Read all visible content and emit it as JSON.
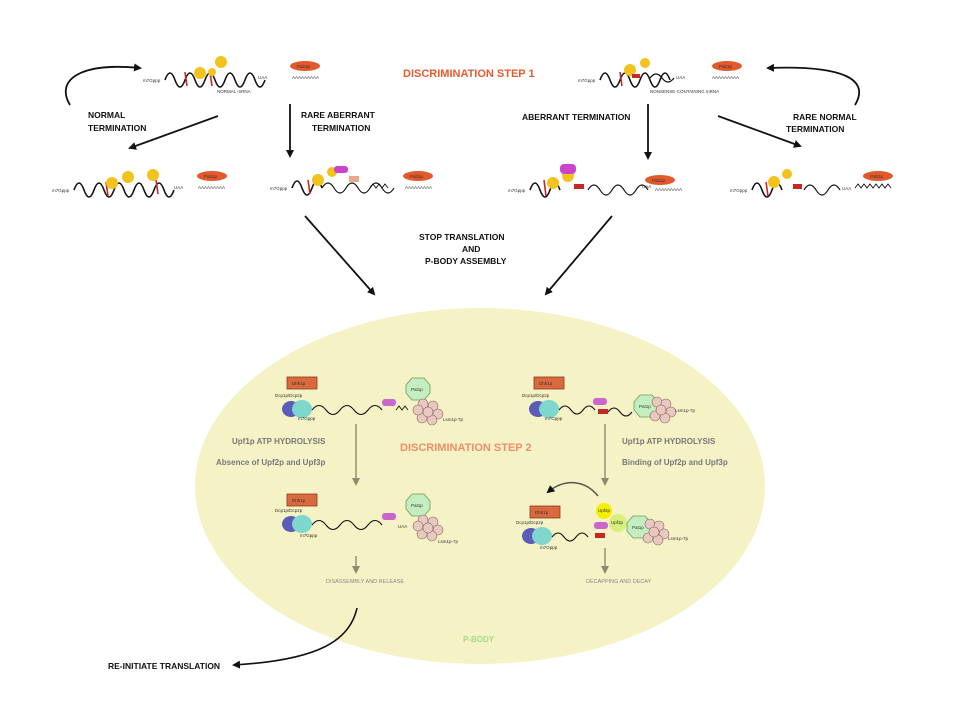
{
  "labels": {
    "step1": "DISCRIMINATION STEP 1",
    "step2": "DISCRIMINATION STEP 2",
    "normal_mrna": "NORMAL mRNA",
    "nonsense_mrna": "NONSENSE-CONTAINING mRNA",
    "normal_term": [
      "NORMAL",
      "TERMINATION"
    ],
    "rare_aberrant": [
      "RARE ABERRANT",
      "TERMINATION"
    ],
    "aberrant_term": "ABERRANT TERMINATION",
    "rare_normal": [
      "RARE NORMAL",
      "TERMINATION"
    ],
    "stop_translation": [
      "STOP TRANSLATION",
      "AND",
      "P-BODY ASSEMBLY"
    ],
    "hydrolysis_left": "Upf1p ATP HYDROLYSIS",
    "absence": "Absence of Upf2p and Upf3p",
    "hydrolysis_right": "Upf1p ATP HYDROLYSIS",
    "binding": "Binding of Upf2p and Upf3p",
    "disassembly": "DISASSEMBLY AND RELEASE",
    "decapping": "DECAPPING AND DECAY",
    "pbody": "P-BODY",
    "reinitiate": "RE-INITIATE TRANSLATION"
  },
  "mrna_labels": {
    "cap": "m7Gppp",
    "stop": "UAA",
    "polya": "AAAAAAAAA",
    "pab": "Pab1p"
  },
  "pbody_labels": {
    "dhh1": "Dhh1p",
    "dcp1": "Dcp1p/Dcp2p",
    "cap_small": "m7Gppp",
    "upf1": "Upf1p",
    "pat1": "Pat1p",
    "lsm": "Lsm1p-7p",
    "upf2": "Upf2p",
    "upf3": "Upf3p"
  },
  "colors": {
    "title_red": "#e65a2e",
    "ribosome": "#f2c21d",
    "pab": "#e25a2b",
    "upf1": "#cc44cc",
    "pbody": "#f5f3c6",
    "arrow": "#111111",
    "gray_arrow": "#8f8a6c"
  }
}
